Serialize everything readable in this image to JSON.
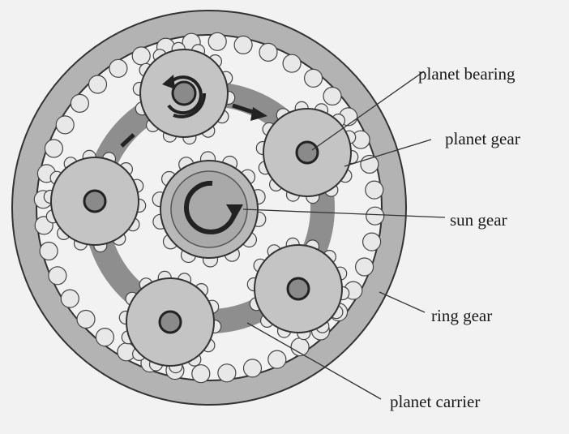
{
  "labels": {
    "planet_bearing": "planet bearing",
    "planet_gear": "planet gear",
    "sun_gear": "sun gear",
    "ring_gear": "ring gear",
    "planet_carrier": "planet carrier"
  },
  "colors": {
    "background": "#f2f2f2",
    "ring": "#b3b3b3",
    "carrier": "#8e8e8e",
    "gear_fill": "#c4c4c4",
    "bearing": "#8a8a8a",
    "outline": "#333333"
  }
}
